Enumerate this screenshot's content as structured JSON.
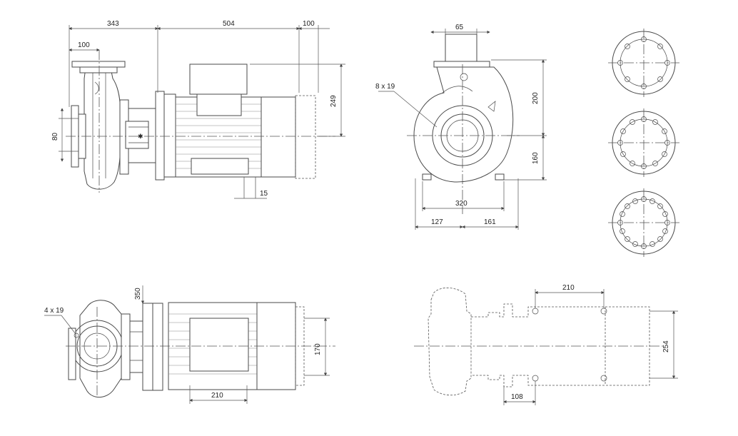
{
  "dimensions": {
    "side_343": "343",
    "side_504": "504",
    "side_100_top": "100",
    "side_100_flange": "100",
    "side_249": "249",
    "side_80": "80",
    "side_15": "15",
    "front_65": "65",
    "front_holes": "8 x 19",
    "front_200": "200",
    "front_160": "160",
    "front_320": "320",
    "front_127": "127",
    "front_161": "161",
    "top_350": "350",
    "top_holes": "4 x 19",
    "top_170": "170",
    "top_210": "210",
    "base_210": "210",
    "base_254": "254",
    "base_108": "108"
  },
  "colors": {
    "line": "#4a4a4a",
    "background": "#ffffff"
  }
}
